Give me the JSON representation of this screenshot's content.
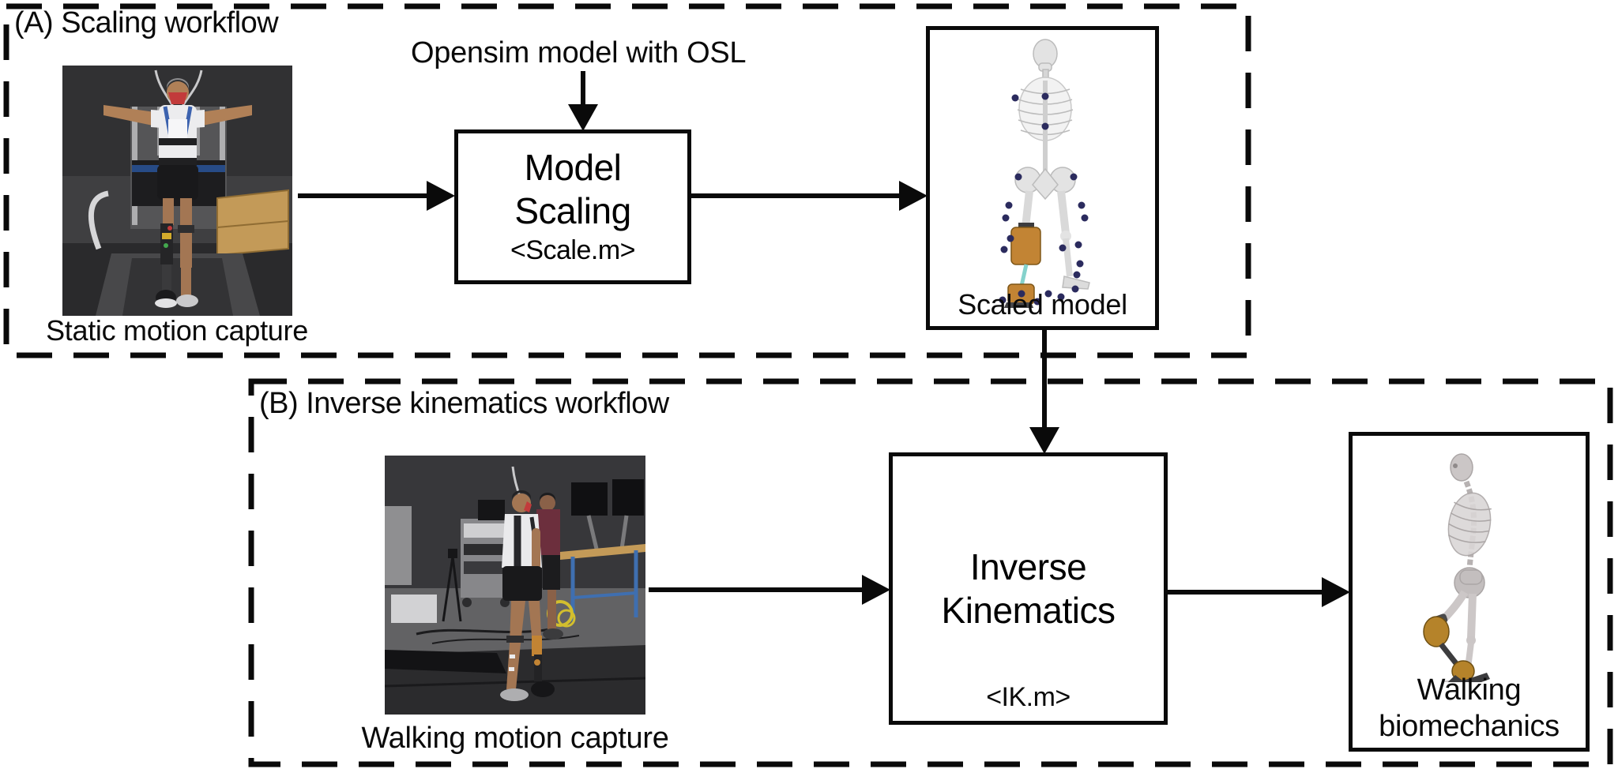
{
  "figure": {
    "section_a": {
      "title": "(A) Scaling workflow",
      "photo_caption": "Static motion capture",
      "input_label": "Opensim model with OSL",
      "process_box": {
        "line1": "Model",
        "line2": "Scaling",
        "script": "<Scale.m>"
      },
      "output_caption": "Scaled model"
    },
    "section_b": {
      "title": "(B) Inverse kinematics workflow",
      "photo_caption": "Walking motion capture",
      "process_box": {
        "line1": "Inverse",
        "line2": "Kinematics",
        "script": "<IK.m>"
      },
      "output_caption_line1": "Walking",
      "output_caption_line2": "biomechanics"
    },
    "colors": {
      "diagram_stroke": "#0a0a0a",
      "prosthetic_orange": "#c28434",
      "pylon_teal": "#85d2cc",
      "marker_navy": "#2b2b5e",
      "skeleton_grey": "#e3e3e3"
    }
  }
}
